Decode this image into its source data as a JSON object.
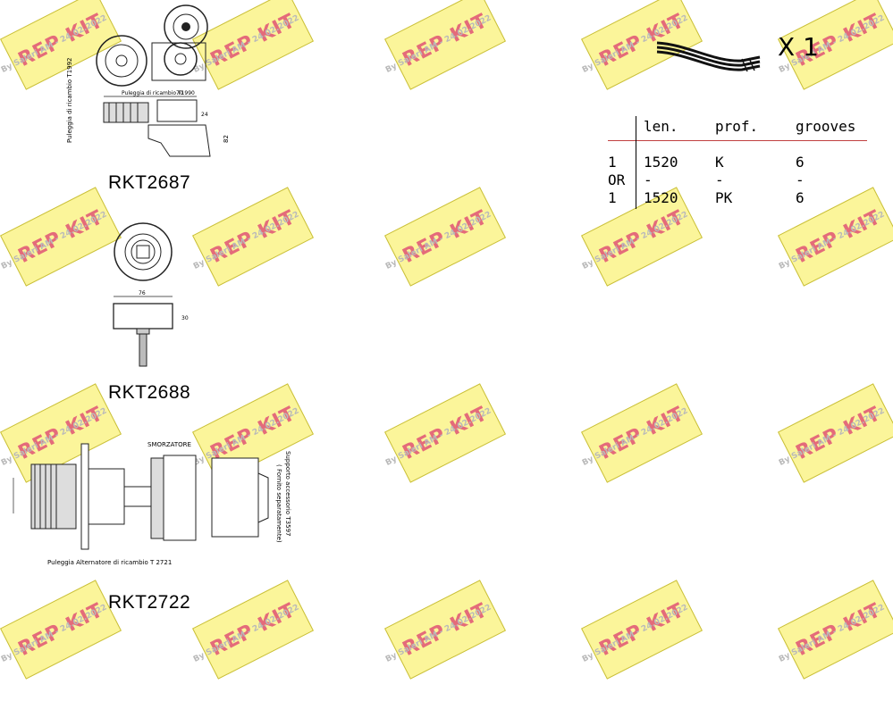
{
  "watermark": {
    "brand": "REP KIT",
    "byline": "By Saleri AM - 24.02.2022"
  },
  "products": [
    {
      "code": "RKT2687",
      "drawing_text": [
        "Puleggia di ricambio T1992",
        "Puleggia di ricambio T1990",
        "82",
        "70",
        "24"
      ]
    },
    {
      "code": "RKT2688",
      "drawing_text": [
        "76",
        "30"
      ]
    },
    {
      "code": "RKT2722",
      "drawing_text": [
        "SMORZATORE",
        "Supporto accessorio T3597",
        "( Fornito separatamente)",
        "Puleggia Alternatore di ricambio T 2721"
      ]
    }
  ],
  "belt": {
    "quantity": "X 1",
    "headers": [
      "len.",
      "prof.",
      "grooves"
    ],
    "rows": [
      [
        "1",
        "1520",
        "K",
        "6"
      ],
      [
        "OR",
        "-",
        "-",
        "-"
      ],
      [
        "1",
        "1520",
        "PK",
        "6"
      ]
    ]
  }
}
